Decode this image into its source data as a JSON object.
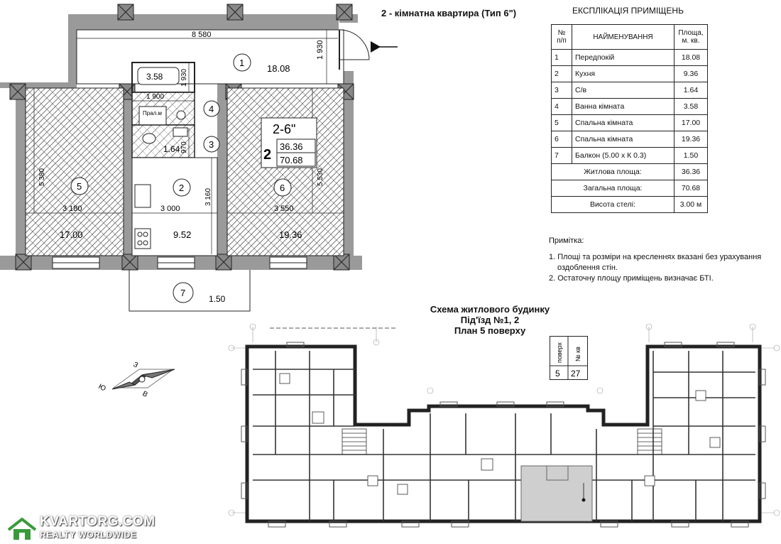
{
  "plan": {
    "title": "2 - кімнатна квартира  (Тип 6\")",
    "type_mark": "2-6\"",
    "rooms_count": "2",
    "living_area": "36.36",
    "total_area": "70.68",
    "dimensions": {
      "top_width": "8 580",
      "corridor_depth": "1 930",
      "bath_width": "1 900",
      "bath_depth": "1 930",
      "wc_depth": "970",
      "left_room_height": "5 380",
      "right_room_height": "5 530",
      "kitchen_depth": "3 160",
      "width_room5": "3 180",
      "width_kitchen": "3 000",
      "width_room6": "3 550"
    },
    "rooms": [
      {
        "num": "1",
        "area": "18.08"
      },
      {
        "num": "2",
        "area": "9.52"
      },
      {
        "num": "3",
        "area": "1.64"
      },
      {
        "num": "4",
        "area": "3.58"
      },
      {
        "num": "5",
        "area": "17.00"
      },
      {
        "num": "6",
        "area": "19.36"
      },
      {
        "num": "7",
        "area": "1.50"
      }
    ],
    "washer_label": "Прал.м"
  },
  "explication": {
    "title": "ЕКСПЛІКАЦІЯ ПРИМІЩЕНЬ",
    "headers": {
      "num": "№ п/п",
      "name": "НАЙМЕНУВАННЯ",
      "area": "Площа, м. кв."
    },
    "rows": [
      {
        "num": "1",
        "name": "Передпокій",
        "area": "18.08"
      },
      {
        "num": "2",
        "name": "Кухня",
        "area": "9.36"
      },
      {
        "num": "3",
        "name": "С/в",
        "area": "1.64"
      },
      {
        "num": "4",
        "name": "Ванна кімната",
        "area": "3.58"
      },
      {
        "num": "5",
        "name": "Спальна кімната",
        "area": "17.00"
      },
      {
        "num": "6",
        "name": "Спальна кімната",
        "area": "19.36"
      },
      {
        "num": "7",
        "name": "Балкон (5.00 х К 0.3)",
        "area": "1.50"
      }
    ],
    "summary": [
      {
        "label": "Житлова площа:",
        "value": "36.36"
      },
      {
        "label": "Загальна площа:",
        "value": "70.68"
      },
      {
        "label": "Висота стелі:",
        "value": "3.00 м"
      }
    ]
  },
  "notes": {
    "title": "Примітка:",
    "items": [
      "1. Площі та розміри на кресленнях вказані без урахування",
      "оздоблення стін.",
      "2. Остаточну площу приміщень визначає БТІ."
    ]
  },
  "scheme": {
    "title1": "Схема житлового будинку",
    "title2": "Під'їзд №1, 2",
    "title3": "План 5 поверху",
    "floor_header": "поверх",
    "apt_header": "№ кв",
    "floor": "5",
    "apt": "27"
  },
  "compass": {
    "z": "З",
    "v": "В",
    "yu": "Ю"
  },
  "watermark": {
    "line1": "KVARTORG.COM",
    "line2": "REALTY WORLDWIDE"
  }
}
